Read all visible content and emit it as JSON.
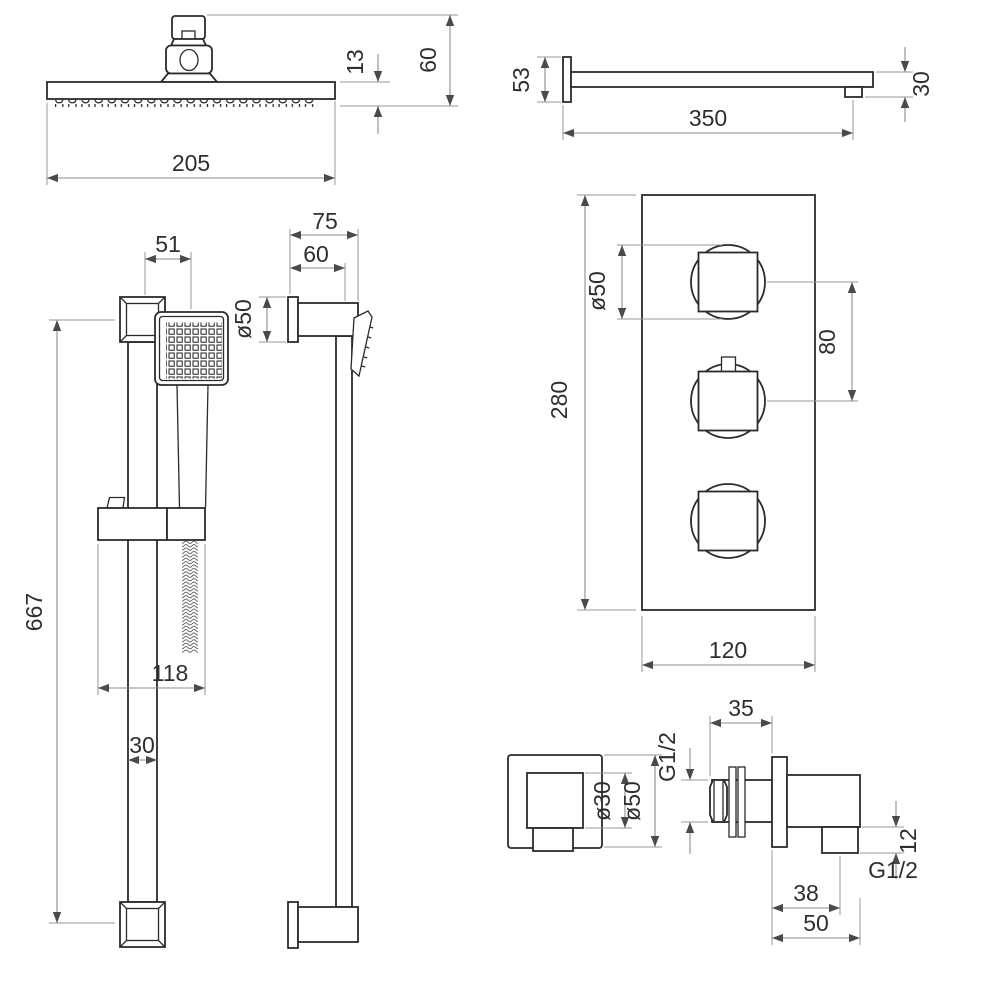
{
  "colors": {
    "outline": "#2b2b2b",
    "dimension_line": "#8d8d8d",
    "label_text": "#2e2e2e",
    "background": "#ffffff"
  },
  "views": {
    "shower_head": {
      "dims": {
        "width": "205",
        "plate_thickness": "13",
        "total_height": "60"
      }
    },
    "shower_arm": {
      "dims": {
        "flange": "53",
        "length": "350",
        "end_depth": "30"
      }
    },
    "slide_rail_front": {
      "dims": {
        "handset_offset": "51",
        "height": "667",
        "slider_width": "118",
        "rail_width": "30"
      }
    },
    "slide_rail_side": {
      "dims": {
        "bracket_depth": "75",
        "bracket_body": "60",
        "escutcheon": "ø50"
      }
    },
    "valve": {
      "dims": {
        "knob_diameter": "ø50",
        "knob_spacing": "80",
        "plate_height": "280",
        "plate_width": "120"
      }
    },
    "outlet_front": {
      "dims": {
        "inner_diameter": "ø30",
        "plate_diameter": "ø50"
      }
    },
    "outlet_side": {
      "dims": {
        "shank_length": "35",
        "inlet_thread": "G1/2",
        "outlet_drop": "12",
        "outlet_thread": "G1/2",
        "outlet_offset": "38",
        "total_depth": "50"
      }
    }
  }
}
